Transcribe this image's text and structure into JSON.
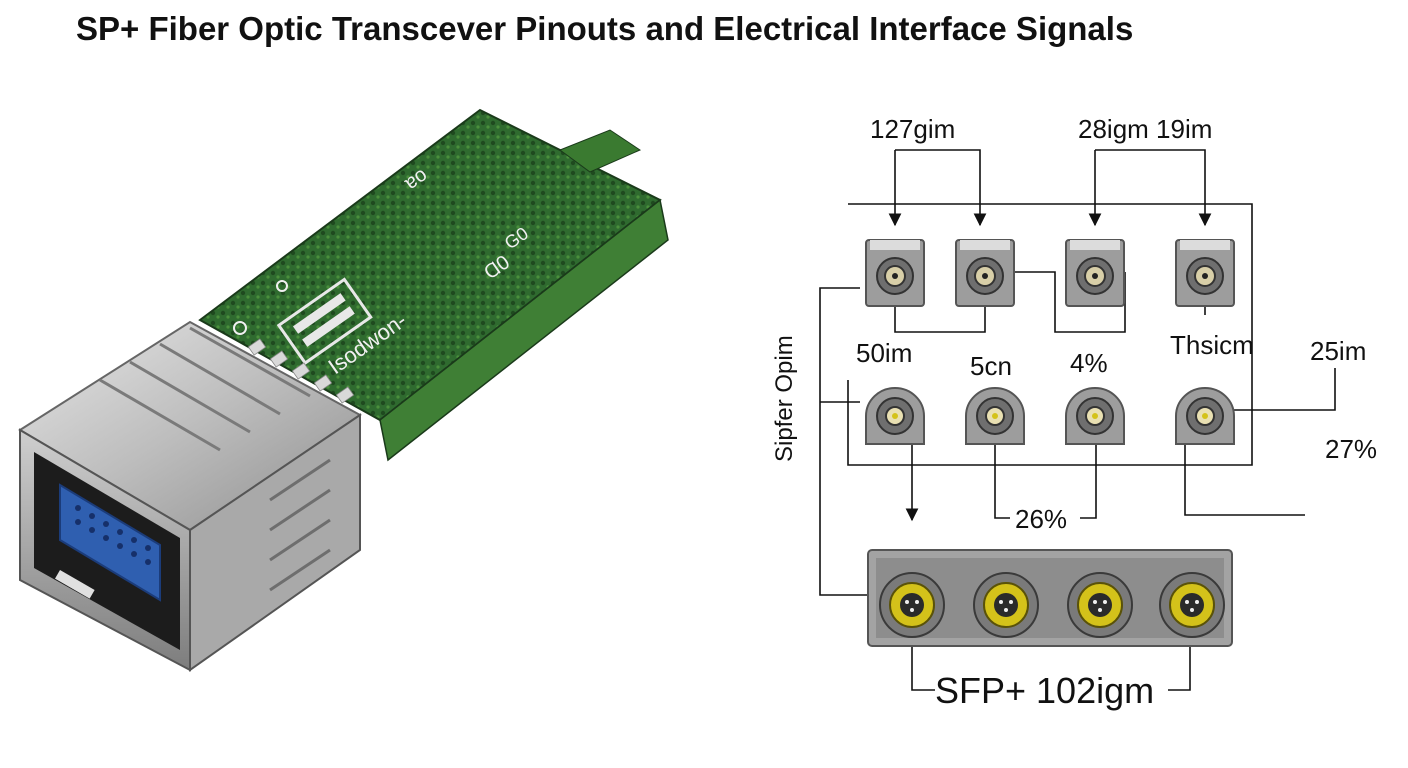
{
  "title": "SP+ Fiber Optic Transcever Pinouts and Electrical Interface Signals",
  "module": {
    "pcb_marking": "Isodwon-",
    "pcb_code_1": "ɐo",
    "pcb_code_2": "Ɑ0",
    "pcb_code_3": "G0"
  },
  "diagram": {
    "side_label": "Sipfer Opim",
    "labels": {
      "top_left": "127gim",
      "top_right": "28igm 19im",
      "row2_1": "50im",
      "row2_2": "5cn",
      "row2_3": "4%",
      "row2_4": "Thsicm",
      "row2_5": "25im",
      "right_pct": "27%",
      "mid_pct": "26%",
      "bottom": "SFP+ 102igm"
    }
  },
  "colors": {
    "pcb_green": "#2f6b2f",
    "pcb_dark": "#1f4a1f",
    "metal": "#c9c9c9",
    "connector_blue": "#2f5fb0",
    "gold": "#d4c21a"
  }
}
